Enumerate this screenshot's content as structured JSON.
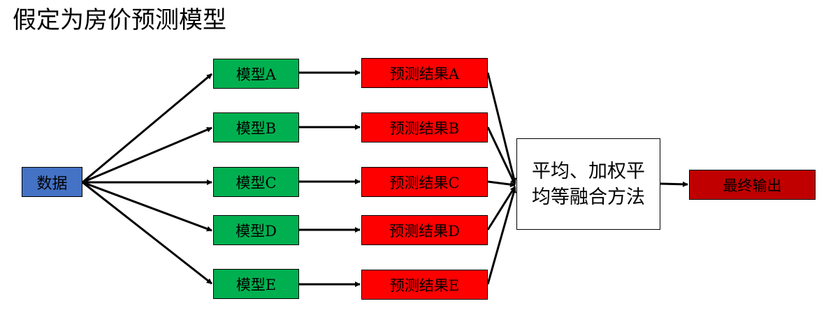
{
  "title": "假定为房价预测模型",
  "colors": {
    "data_fill": "#4472C4",
    "model_fill": "#00B050",
    "result_fill": "#FF0000",
    "fusion_fill": "#FFFFFF",
    "final_fill": "#C00000",
    "arrow": "#000000"
  },
  "nodes": {
    "data": "数据",
    "models": [
      "模型A",
      "模型B",
      "模型C",
      "模型D",
      "模型E"
    ],
    "results": [
      "预测结果A",
      "预测结果B",
      "预测结果C",
      "预测结果D",
      "预测结果E"
    ],
    "fusion": "平均、加权平均等融合方法",
    "final": "最终输出"
  }
}
